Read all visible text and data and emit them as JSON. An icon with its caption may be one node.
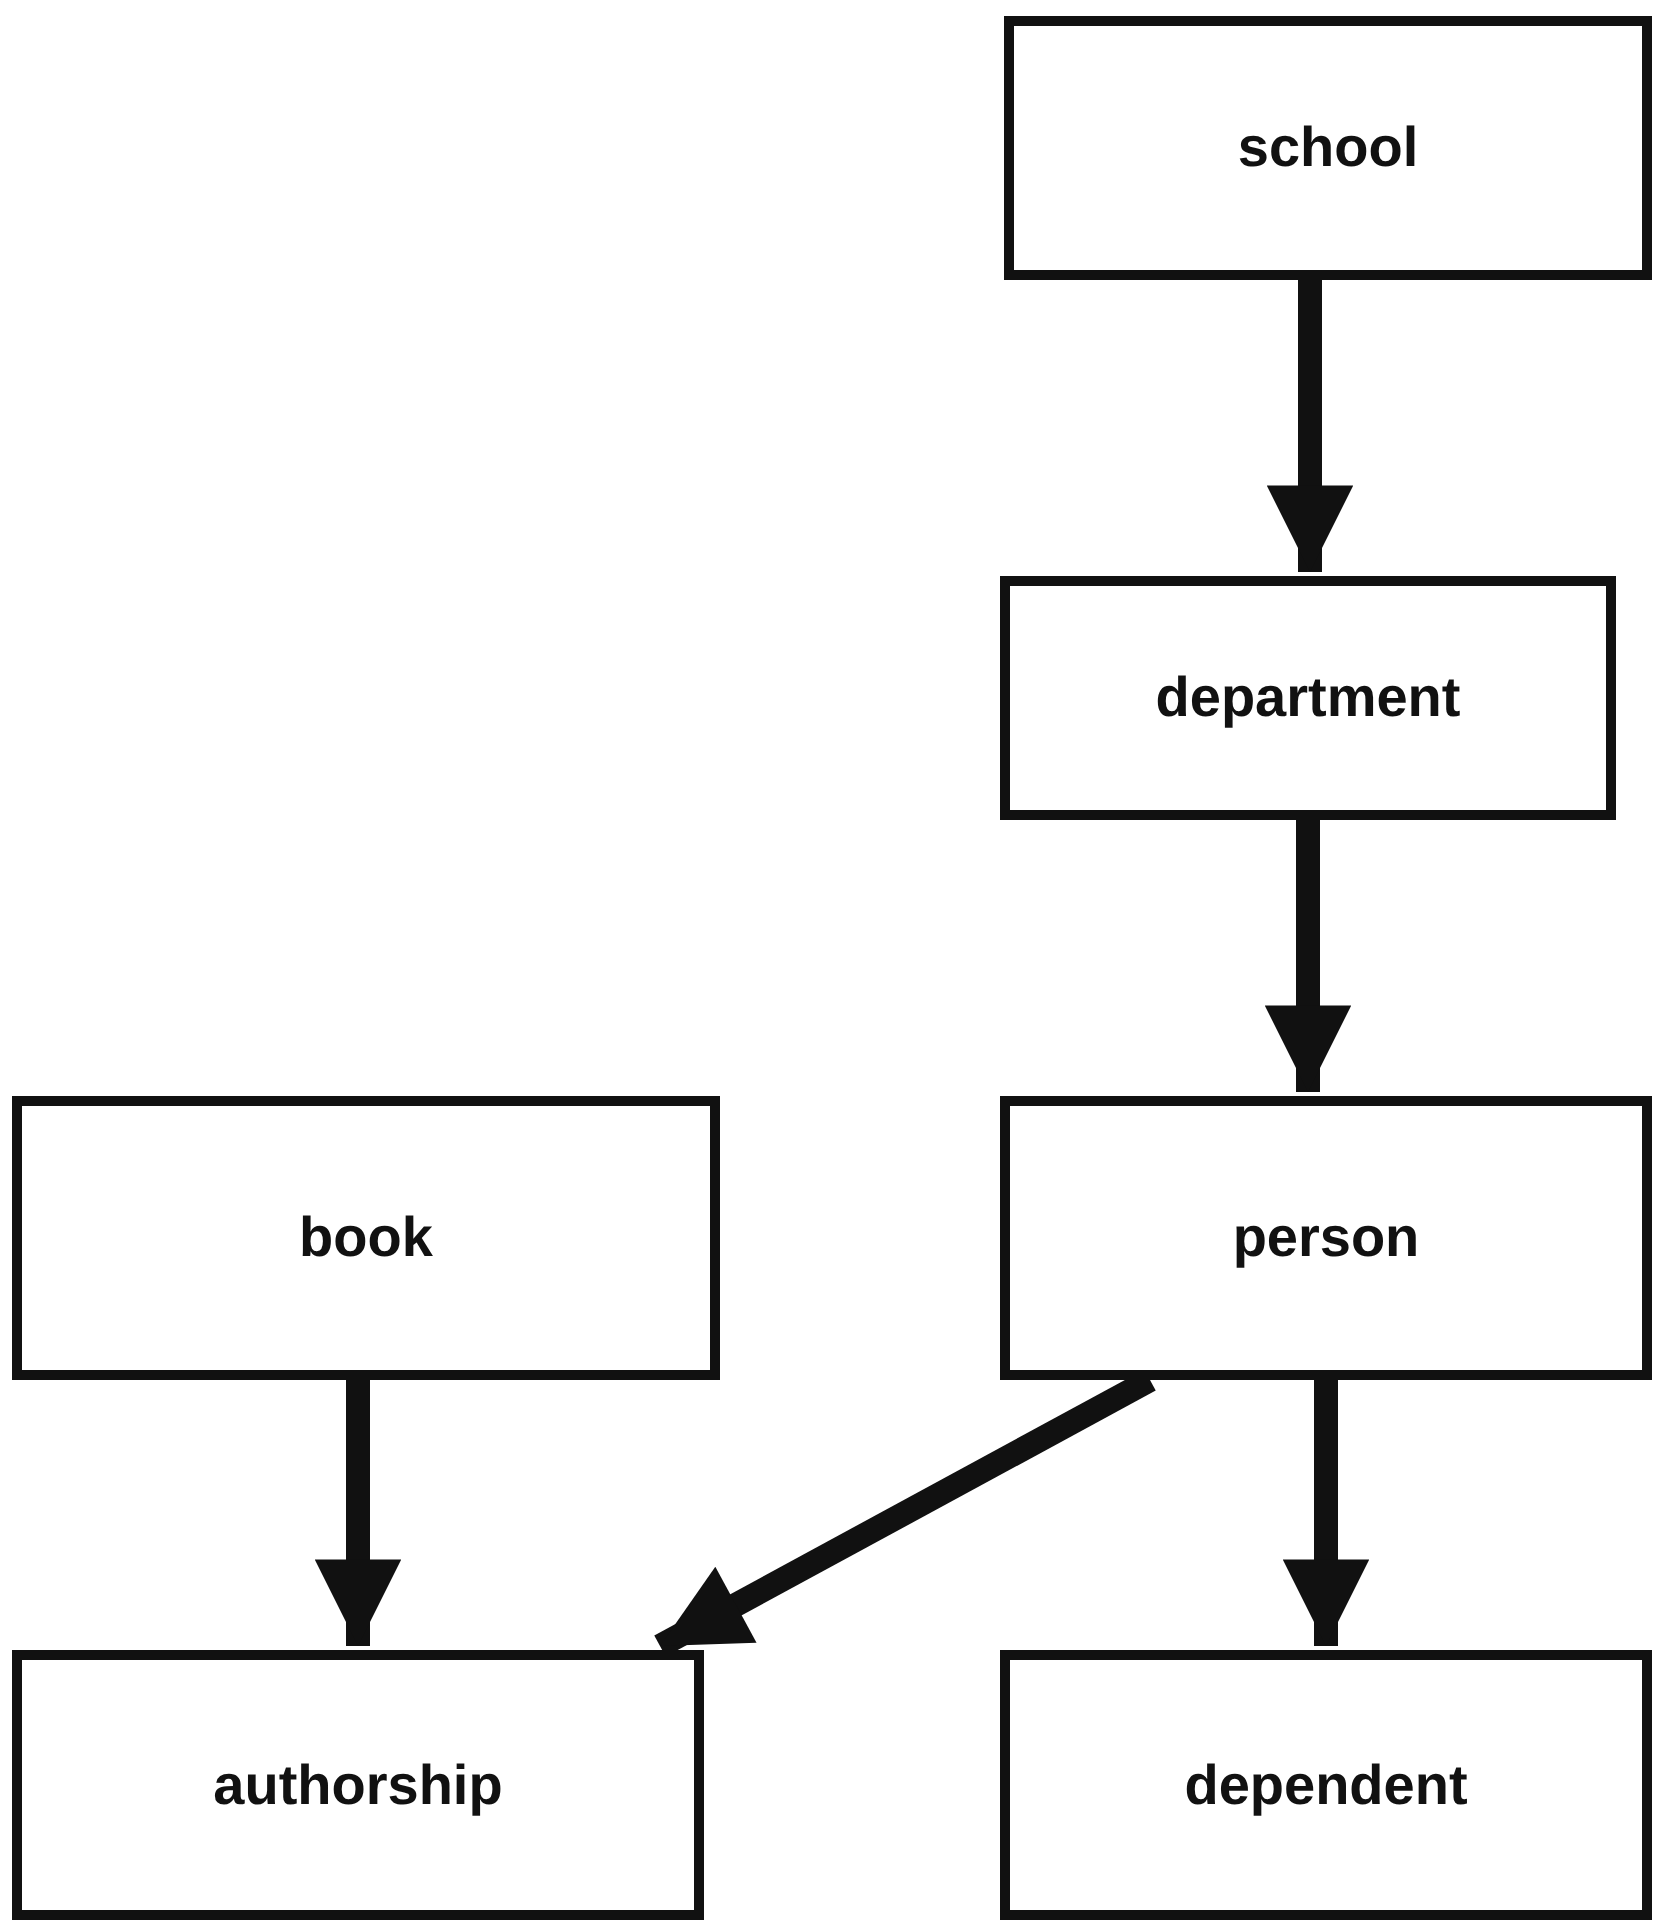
{
  "diagram": {
    "nodes": [
      {
        "text": [
          "school"
        ]
      },
      {
        "text": [
          "department"
        ]
      },
      {
        "text": [
          "book"
        ]
      },
      {
        "text": [
          "person"
        ]
      },
      {
        "text": [
          "authorship"
        ]
      },
      {
        "text": [
          "dependent"
        ]
      }
    ],
    "edges": [
      {
        "from": 0,
        "to": 1,
        "arrow": "to"
      },
      {
        "from": 1,
        "to": 3,
        "arrow": "to"
      },
      {
        "from": 2,
        "to": 4,
        "arrow": "to"
      },
      {
        "from": 3,
        "to": 4,
        "arrow": "to"
      },
      {
        "from": 3,
        "to": 5,
        "arrow": "to"
      }
    ]
  }
}
